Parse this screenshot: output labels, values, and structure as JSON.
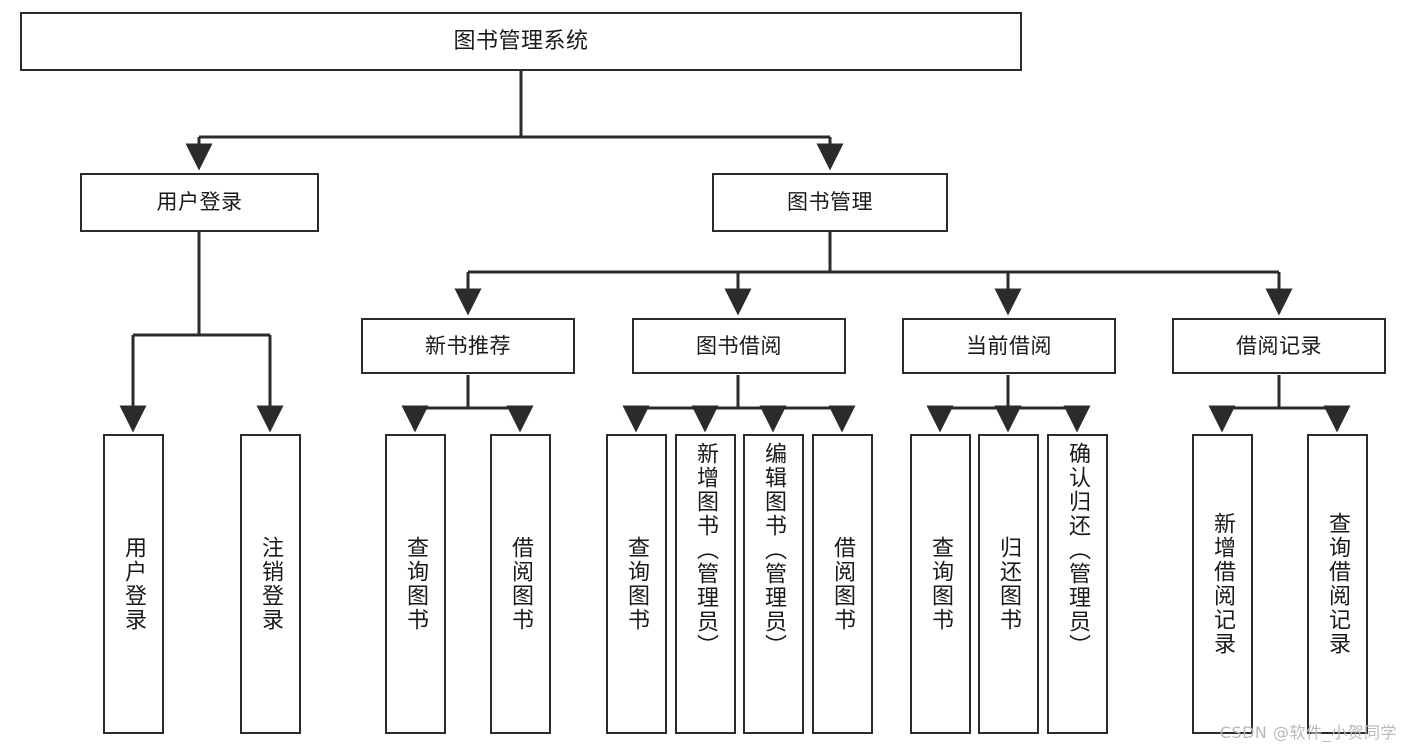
{
  "diagram": {
    "title": "图书管理系统",
    "type": "tree",
    "watermark": "CSDN @软件_小贺同学",
    "colors": {
      "box_border": "#2b2b2b",
      "box_fill": "#ffffff",
      "edge": "#2b2b2b",
      "text": "#1a1a1a",
      "watermark": "#b9b9b9"
    },
    "nodes": {
      "root": {
        "label": "图书管理系统",
        "level": 0
      },
      "user_login": {
        "label": "用户登录",
        "level": 1
      },
      "book_manage": {
        "label": "图书管理",
        "level": 1
      },
      "new_book_rec": {
        "label": "新书推荐",
        "level": 2
      },
      "book_borrow": {
        "label": "图书借阅",
        "level": 2
      },
      "current_borrow": {
        "label": "当前借阅",
        "level": 2
      },
      "borrow_record": {
        "label": "借阅记录",
        "level": 2
      },
      "leaf_user_login": {
        "label": "用户登录",
        "level": 2
      },
      "leaf_logout": {
        "label": "注销登录",
        "level": 2
      },
      "leaf_query_book_1": {
        "label": "查询图书",
        "level": 3
      },
      "leaf_borrow_book_1": {
        "label": "借阅图书",
        "level": 3
      },
      "leaf_query_book_2": {
        "label": "查询图书",
        "level": 3
      },
      "leaf_add_book": {
        "label": "新增图书（管理员）",
        "level": 3
      },
      "leaf_edit_book": {
        "label": "编辑图书（管理员）",
        "level": 3
      },
      "leaf_borrow_book_2": {
        "label": "借阅图书",
        "level": 3
      },
      "leaf_query_book_3": {
        "label": "查询图书",
        "level": 3
      },
      "leaf_return_book": {
        "label": "归还图书",
        "level": 3
      },
      "leaf_confirm_return": {
        "label": "确认归还（管理员）",
        "level": 3
      },
      "leaf_add_record": {
        "label": "新增借阅记录",
        "level": 3
      },
      "leaf_query_record": {
        "label": "查询借阅记录",
        "level": 3
      }
    },
    "edges": [
      {
        "from": "root",
        "to": "user_login"
      },
      {
        "from": "root",
        "to": "book_manage"
      },
      {
        "from": "user_login",
        "to": "leaf_user_login"
      },
      {
        "from": "user_login",
        "to": "leaf_logout"
      },
      {
        "from": "book_manage",
        "to": "new_book_rec"
      },
      {
        "from": "book_manage",
        "to": "book_borrow"
      },
      {
        "from": "book_manage",
        "to": "current_borrow"
      },
      {
        "from": "book_manage",
        "to": "borrow_record"
      },
      {
        "from": "new_book_rec",
        "to": "leaf_query_book_1"
      },
      {
        "from": "new_book_rec",
        "to": "leaf_borrow_book_1"
      },
      {
        "from": "book_borrow",
        "to": "leaf_query_book_2"
      },
      {
        "from": "book_borrow",
        "to": "leaf_add_book"
      },
      {
        "from": "book_borrow",
        "to": "leaf_edit_book"
      },
      {
        "from": "book_borrow",
        "to": "leaf_borrow_book_2"
      },
      {
        "from": "current_borrow",
        "to": "leaf_query_book_3"
      },
      {
        "from": "current_borrow",
        "to": "leaf_return_book"
      },
      {
        "from": "current_borrow",
        "to": "leaf_confirm_return"
      },
      {
        "from": "borrow_record",
        "to": "leaf_add_record"
      },
      {
        "from": "borrow_record",
        "to": "leaf_query_record"
      }
    ]
  }
}
